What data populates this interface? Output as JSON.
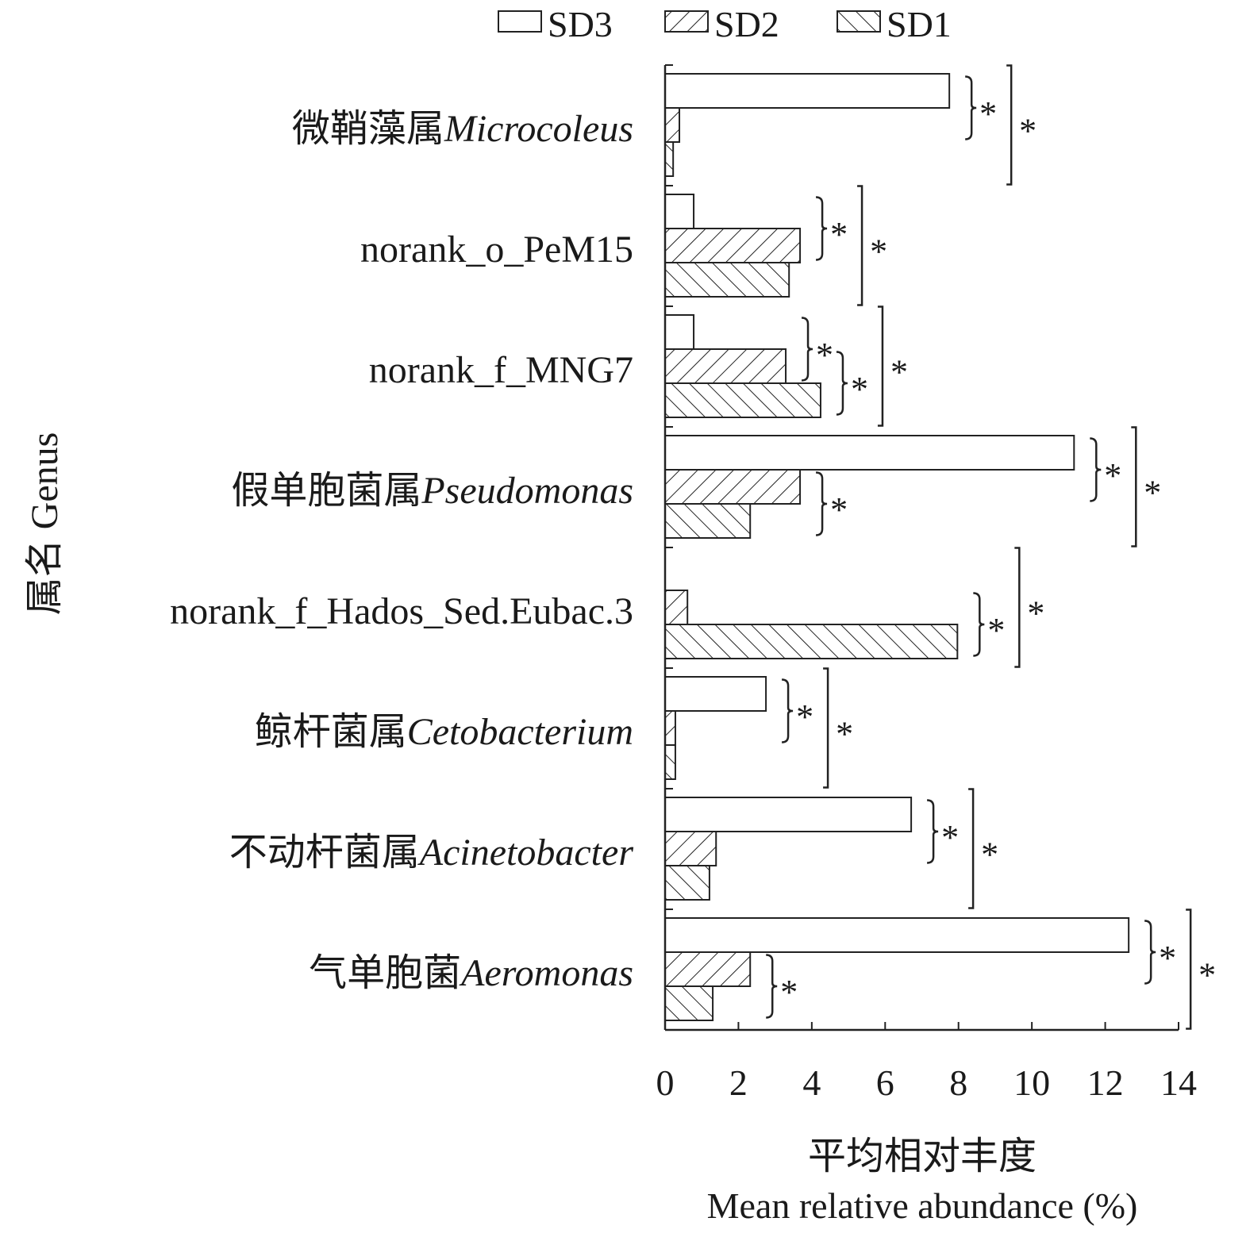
{
  "chart_data": {
    "type": "bar",
    "orientation": "horizontal",
    "ylabel": "属名 Genus",
    "xlabel_cn": "平均相对丰度",
    "xlabel": "Mean relative abundance (%)",
    "xlim": [
      0,
      14
    ],
    "xticks": [
      0,
      2,
      4,
      6,
      8,
      10,
      12,
      14
    ],
    "legend_position": "top",
    "legend": [
      "SD3",
      "SD2",
      "SD1"
    ],
    "series_order": [
      "SD3",
      "SD2",
      "SD1"
    ],
    "series_styles": {
      "SD3": "open",
      "SD2": "hatch-forward",
      "SD1": "hatch-back"
    },
    "categories": [
      {
        "cn": "微鞘藻属",
        "latin": "Microcoleus",
        "italic": true
      },
      {
        "cn": "",
        "latin": "norank_o_PeM15",
        "italic": false
      },
      {
        "cn": "",
        "latin": "norank_f_MNG7",
        "italic": false
      },
      {
        "cn": "假单胞菌属",
        "latin": "Pseudomonas",
        "italic": true
      },
      {
        "cn": "",
        "latin": "norank_f_Hados_Sed.Eubac.3",
        "italic": false
      },
      {
        "cn": "鲸杆菌属",
        "latin": "Cetobacterium",
        "italic": true
      },
      {
        "cn": "不动杆菌属",
        "latin": "Acinetobacter",
        "italic": true
      },
      {
        "cn": "气单胞菌",
        "latin": "Aeromonas",
        "italic": true
      }
    ],
    "series": [
      {
        "name": "SD3",
        "values": [
          7.75,
          0.78,
          0.78,
          11.15,
          0.0,
          2.75,
          6.71,
          12.64
        ]
      },
      {
        "name": "SD2",
        "values": [
          0.39,
          3.68,
          3.29,
          3.68,
          0.61,
          0.28,
          1.39,
          2.32
        ]
      },
      {
        "name": "SD1",
        "values": [
          0.22,
          3.38,
          4.24,
          2.32,
          7.97,
          0.28,
          1.21,
          1.3
        ]
      }
    ],
    "significance": [
      [
        {
          "pair": [
            "SD3",
            "SD2"
          ],
          "label": "*"
        },
        {
          "pair": [
            "SD3",
            "SD1"
          ],
          "label": "*"
        }
      ],
      [
        {
          "pair": [
            "SD3",
            "SD2"
          ],
          "label": "*"
        },
        {
          "pair": [
            "SD3",
            "SD1"
          ],
          "label": "*"
        }
      ],
      [
        {
          "pair": [
            "SD3",
            "SD2"
          ],
          "label": "*"
        },
        {
          "pair": [
            "SD2",
            "SD1"
          ],
          "label": "*"
        },
        {
          "pair": [
            "SD3",
            "SD1"
          ],
          "label": "*"
        }
      ],
      [
        {
          "pair": [
            "SD3",
            "SD2"
          ],
          "label": "*"
        },
        {
          "pair": [
            "SD2",
            "SD1"
          ],
          "label": "*"
        },
        {
          "pair": [
            "SD3",
            "SD1"
          ],
          "label": "*"
        }
      ],
      [
        {
          "pair": [
            "SD2",
            "SD1"
          ],
          "label": "*"
        },
        {
          "pair": [
            "SD3",
            "SD1"
          ],
          "label": "*"
        }
      ],
      [
        {
          "pair": [
            "SD3",
            "SD2"
          ],
          "label": "*"
        },
        {
          "pair": [
            "SD3",
            "SD1"
          ],
          "label": "*"
        }
      ],
      [
        {
          "pair": [
            "SD3",
            "SD2"
          ],
          "label": "*"
        },
        {
          "pair": [
            "SD3",
            "SD1"
          ],
          "label": "*"
        }
      ],
      [
        {
          "pair": [
            "SD3",
            "SD2"
          ],
          "label": "*"
        },
        {
          "pair": [
            "SD2",
            "SD1"
          ],
          "label": "*"
        },
        {
          "pair": [
            "SD3",
            "SD1"
          ],
          "label": "*"
        }
      ]
    ]
  }
}
